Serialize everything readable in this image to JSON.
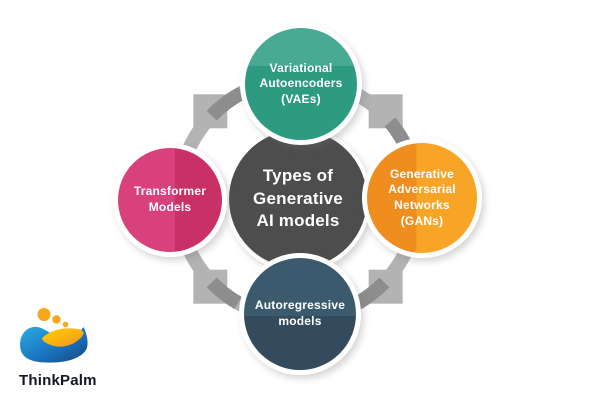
{
  "colors": {
    "ring": "#b3b3b3",
    "ring_shadow": "#8d8d8d",
    "center_bg": "#4d4d4d",
    "teal_light": "#48a994",
    "teal_dark": "#2d9a82",
    "orange_dark": "#ef8e1f",
    "orange_light": "#f8a426",
    "pink_light": "#d8417b",
    "pink_dark": "#c93066",
    "slate_light": "#3c5a6d",
    "slate_dark": "#334b5c",
    "circle_text": "#ffffff",
    "logo_text": "#131722",
    "logo_blue_light": "#2bace2",
    "logo_blue_dark": "#15457f",
    "logo_yellow": "#ffd200",
    "logo_orange": "#f7941d",
    "logo_dot": "#f5a81c"
  },
  "diagram": {
    "center_label": "Types of\nGenerative\nAI models",
    "nodes": {
      "top": {
        "label": "Variational\nAutoencoders\n(VAEs)"
      },
      "right": {
        "label": "Generative\nAdversarial\nNetworks\n(GANs)"
      },
      "left": {
        "label": "Transformer\nModels"
      },
      "bottom": {
        "label": "Autoregressive\nmodels"
      }
    }
  },
  "branding": {
    "company": "ThinkPalm"
  }
}
